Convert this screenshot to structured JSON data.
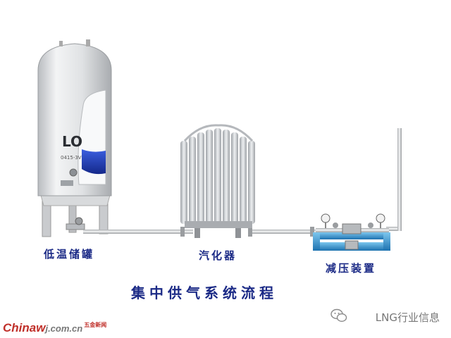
{
  "labels": {
    "tank": "低温储罐",
    "vaporizer": "汽化器",
    "regulator": "减压装置",
    "title": "集中供气系统流程"
  },
  "tank": {
    "badge": "LO",
    "subtext": "0415-3V"
  },
  "watermark": {
    "text": "LNG行业信息",
    "icon": "wechat-icon"
  },
  "logo": {
    "main": "Chinaw",
    "domain": "j.com.cn",
    "tag": "五金新闻"
  },
  "colors": {
    "label": "#1b2a86",
    "regulator_frame": "#2a8cc8",
    "liquid": "#1f3fb0"
  }
}
